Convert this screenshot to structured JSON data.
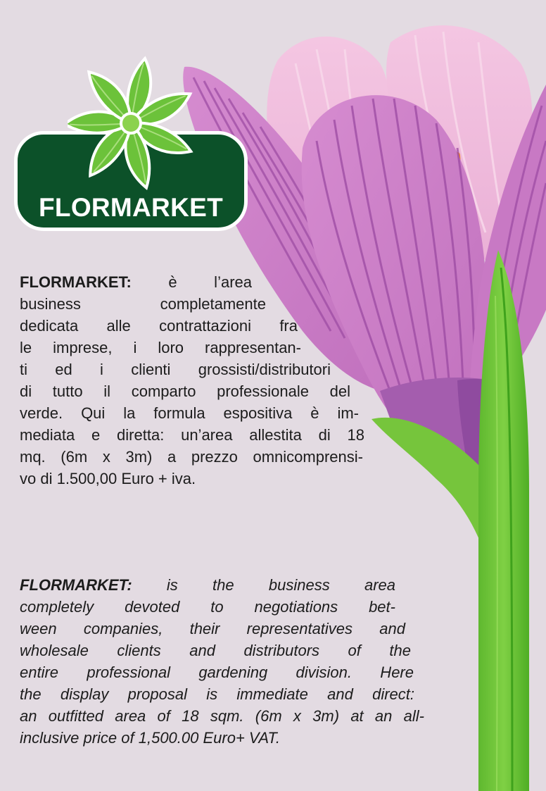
{
  "logo": {
    "wordmark": "FLORMARKET"
  },
  "colors": {
    "background": "#e3dbe2",
    "logo_green_dark": "#0c5129",
    "leaf_green": "#6cc23a",
    "petal_violet": "#d083c8",
    "petal_pink": "#f2bedf",
    "stem_green": "#72c33a"
  },
  "italian": {
    "lead": "FLORMARKET:",
    "lines": [
      " è l’area",
      "business completamente",
      "dedicata alle contrattazioni fra",
      "le imprese, i loro rappresentan-",
      "ti ed i clienti grossisti/distributori",
      "di tutto il comparto professionale del",
      "verde. Qui la formula espositiva è im-",
      "mediata e diretta: un’area allestita di 18",
      "mq. (6m x 3m) a prezzo omnicomprensi-",
      "vo di 1.500,00 Euro + iva."
    ]
  },
  "english": {
    "lead": "FLORMARKET:",
    "lines": [
      " is the business area",
      "completely devoted to negotiations bet-",
      "ween companies, their representatives and",
      "wholesale clients and distributors of the",
      "entire professional gardening division. Here",
      "the display proposal is immediate and direct:",
      "an outfitted area of 18 sqm. (6m x 3m) at an all-",
      "inclusive price of 1,500.00 Euro+ VAT."
    ]
  }
}
